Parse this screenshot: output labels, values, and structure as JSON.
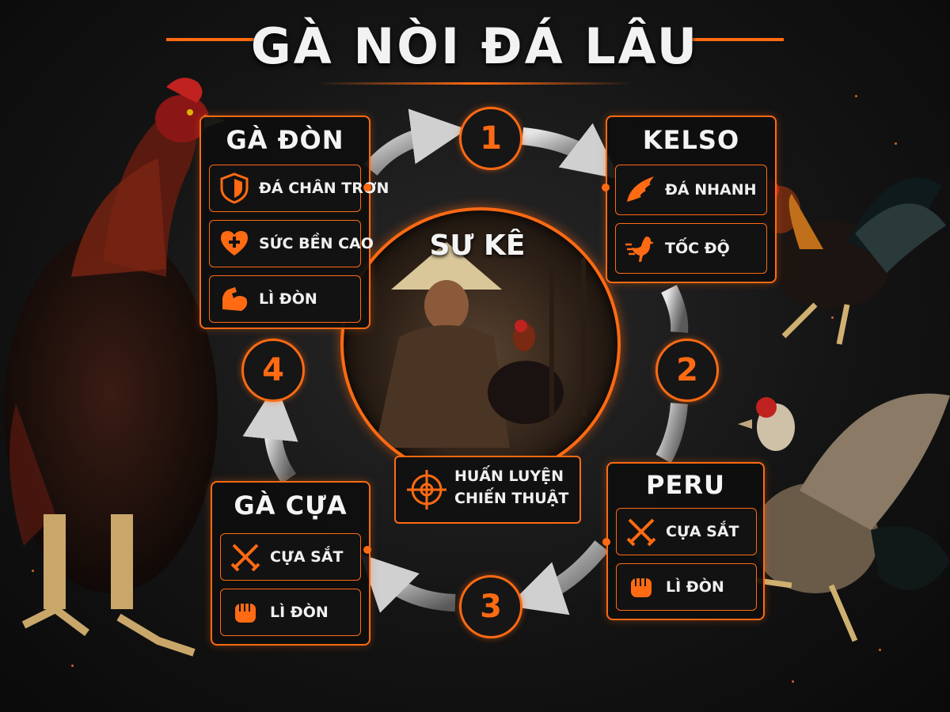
{
  "title": "GÀ NÒI ĐÁ LÂU",
  "colors": {
    "accent": "#ff6a13",
    "background": "#141414",
    "text": "#f2f2f2"
  },
  "center": {
    "title": "SƯ KÊ",
    "box": {
      "label_line1": "HUẤN LUYỆN",
      "label_line2": "CHIẾN THUẬT",
      "icon": "target-icon"
    }
  },
  "steps": [
    "1",
    "2",
    "3",
    "4"
  ],
  "panels": {
    "ga_don": {
      "title": "GÀ ĐÒN",
      "items": [
        {
          "label": "ĐÁ CHÂN TRƠN",
          "icon": "shield-icon"
        },
        {
          "label": "SỨC BỀN CAO",
          "icon": "heart-plus-icon"
        },
        {
          "label": "LÌ ĐÒN",
          "icon": "muscle-arm-icon"
        }
      ]
    },
    "kelso": {
      "title": "KELSO",
      "items": [
        {
          "label": "ĐÁ NHANH",
          "icon": "wing-icon"
        },
        {
          "label": "TỐC ĐỘ",
          "icon": "running-rooster-icon"
        }
      ]
    },
    "peru": {
      "title": "PERU",
      "items": [
        {
          "label": "CỰA SẮT",
          "icon": "crossed-swords-icon"
        },
        {
          "label": "LÌ ĐÒN",
          "icon": "fist-icon"
        }
      ]
    },
    "ga_cua": {
      "title": "GÀ CỰA",
      "items": [
        {
          "label": "CỰA SẮT",
          "icon": "crossed-swords-icon"
        },
        {
          "label": "LÌ ĐÒN",
          "icon": "fist-icon"
        }
      ]
    }
  }
}
